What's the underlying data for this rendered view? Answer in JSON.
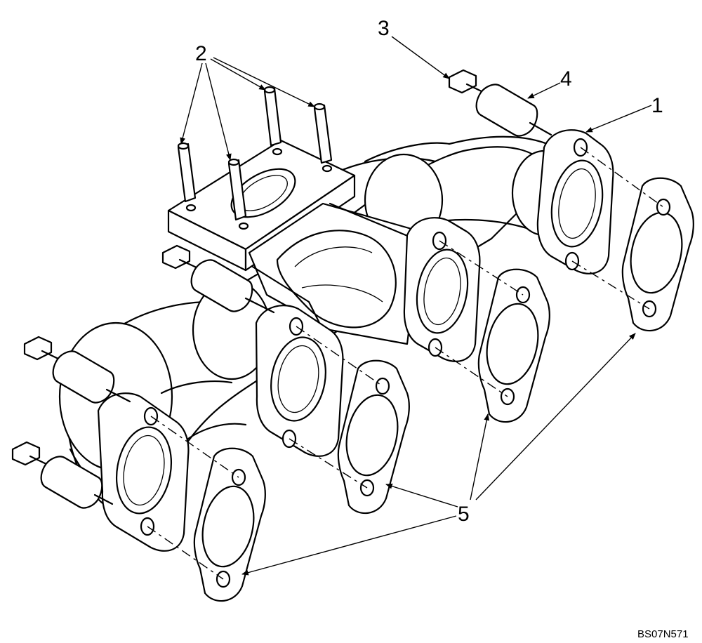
{
  "callouts": {
    "c1": "1",
    "c2": "2",
    "c3": "3",
    "c4": "4",
    "c5": "5"
  },
  "drawing_code": "BS07N571"
}
